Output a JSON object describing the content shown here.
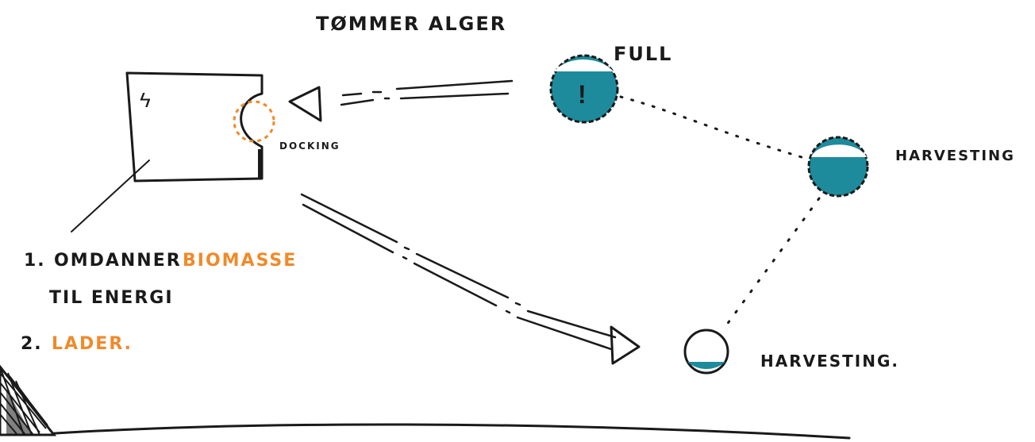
{
  "labels": {
    "title": "TØMMER ALGER",
    "full": "FULL",
    "harvesting_right": "HARVESTING",
    "harvesting_bottom": "HARVESTING.",
    "docking": "DOCKING",
    "step1_number": "1.",
    "step1_text_a": "OMDANNER",
    "step1_text_b": "BIOMASSE",
    "step1_text_c": "TIL ENERGI",
    "step2_number": "2.",
    "step2_text": "LADER.",
    "alert_mark": "!",
    "power_mark": "ϟ"
  },
  "colors": {
    "ink": "#1a1a1a",
    "teal": "#1e8b9c",
    "orange": "#f08a2a"
  }
}
